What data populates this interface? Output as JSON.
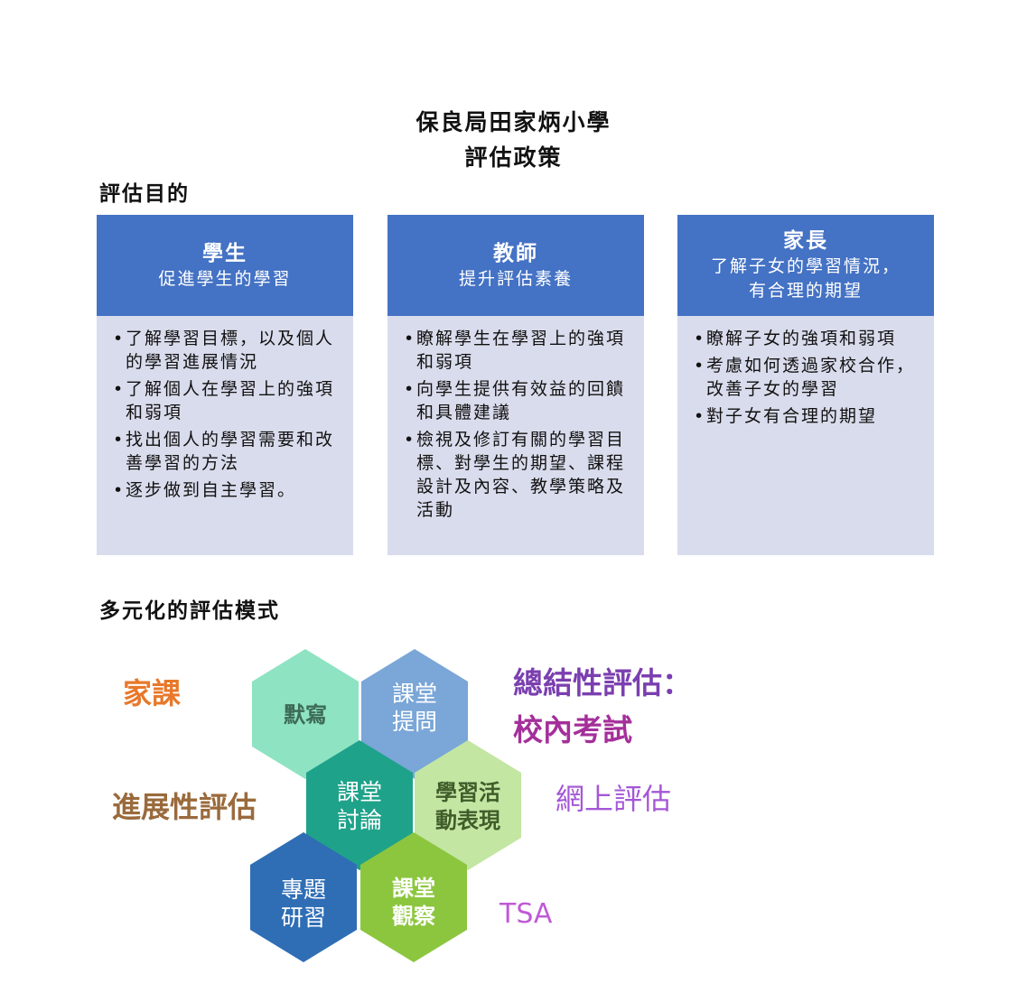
{
  "header": {
    "school_name": "保良局田家炳小學",
    "doc_title": "評估政策"
  },
  "purpose": {
    "heading": "評估目的",
    "cards": [
      {
        "role": "學生",
        "aim_lines": [
          "促進學生的學習"
        ],
        "points": [
          "了解學習目標，以及個人的學習進展情況",
          "了解個人在學習上的強項和弱項",
          "找出個人的學習需要和改善學習的方法",
          "逐步做到自主學習。"
        ]
      },
      {
        "role": "教師",
        "aim_lines": [
          "提升評估素養"
        ],
        "points": [
          "瞭解學生在學習上的強項和弱項",
          "向學生提供有效益的回饋和具體建議",
          "檢視及修訂有關的學習目標、對學生的期望、課程設計及內容、教學策略及活動"
        ]
      },
      {
        "role": "家長",
        "aim_lines": [
          "了解子女的學習情況，",
          "有合理的期望"
        ],
        "points": [
          "瞭解子女的強項和弱項",
          "考慮如何透過家校合作，改善子女的學習",
          "對子女有合理的期望"
        ]
      }
    ]
  },
  "modes": {
    "heading": "多元化的評估模式",
    "hexagons": [
      {
        "lines": [
          "默寫"
        ],
        "color": "#8ee3c3",
        "text_color": "#3d6b57"
      },
      {
        "lines": [
          "課堂",
          "提問"
        ],
        "color": "#7aa6d8",
        "text_color": "#ffffff"
      },
      {
        "lines": [
          "課堂",
          "討論"
        ],
        "color": "#1fa28a",
        "text_color": "#ffffff"
      },
      {
        "lines": [
          "學習活",
          "動表現"
        ],
        "color": "#c3e6a3",
        "text_color": "#3f5c2a"
      },
      {
        "lines": [
          "專題",
          "研習"
        ],
        "color": "#2f6eb5",
        "text_color": "#ffffff"
      },
      {
        "lines": [
          "課堂",
          "觀察"
        ],
        "color": "#8cc63f",
        "text_color": "#ffffff"
      }
    ],
    "labels": {
      "homework": {
        "text": "家課",
        "color": "#e8782a"
      },
      "formative": {
        "text": "進展性評估",
        "color": "#9a6a3c"
      },
      "summative_1": {
        "text": "總結性評估：",
        "color": "#7b3fb0"
      },
      "summative_2": {
        "text": "校內考試",
        "color": "#a42f9a"
      },
      "online": {
        "text": "網上評估",
        "color": "#a457d6"
      },
      "tsa": {
        "text": "TSA",
        "color": "#c05ad6"
      }
    }
  }
}
